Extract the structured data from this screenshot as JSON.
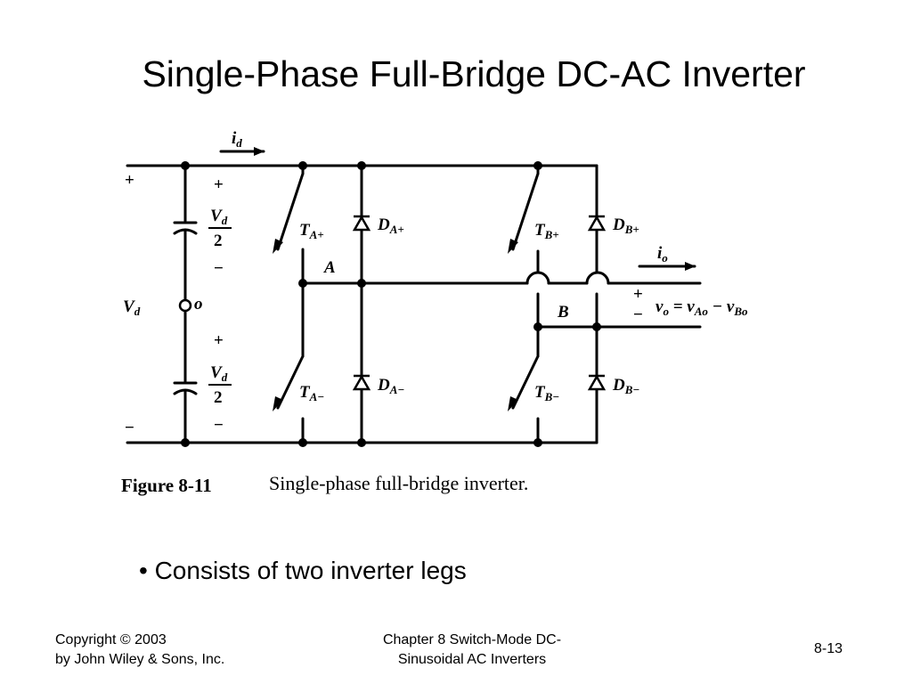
{
  "slide": {
    "title": "Single-Phase Full-Bridge DC-AC Inverter",
    "bullet": "• Consists of two inverter legs",
    "footer": {
      "copyright_line1": "Copyright © 2003",
      "copyright_line2": "by John Wiley & Sons, Inc.",
      "chapter_line1": "Chapter 8 Switch-Mode DC-",
      "chapter_line2": "Sinusoidal AC Inverters",
      "page_number": "8-13"
    }
  },
  "figure": {
    "caption_number": "Figure 8-11",
    "caption_text": "Single-phase full-bridge inverter.",
    "labels": {
      "id": "i",
      "id_sub": "d",
      "io": "i",
      "io_sub": "o",
      "plus": "+",
      "minus": "−",
      "vd": "V",
      "vd_sub": "d",
      "half_num": "V",
      "half_num_sub": "d",
      "half_den": "2",
      "o": "o",
      "node_a": "A",
      "node_b": "B",
      "ta_plus": "T",
      "ta_plus_sub": "A+",
      "ta_minus": "T",
      "ta_minus_sub": "A−",
      "tb_plus": "T",
      "tb_plus_sub": "B+",
      "tb_minus": "T",
      "tb_minus_sub": "B−",
      "da_plus": "D",
      "da_plus_sub": "A+",
      "da_minus": "D",
      "da_minus_sub": "A−",
      "db_plus": "D",
      "db_plus_sub": "B+",
      "db_minus": "D",
      "db_minus_sub": "B−",
      "vo_eq_1": "v",
      "vo_eq_1_sub": "o",
      "vo_eq_2": " = v",
      "vo_eq_2_sub": "Ao",
      "vo_eq_3": " − v",
      "vo_eq_3_sub": "Bo"
    }
  }
}
